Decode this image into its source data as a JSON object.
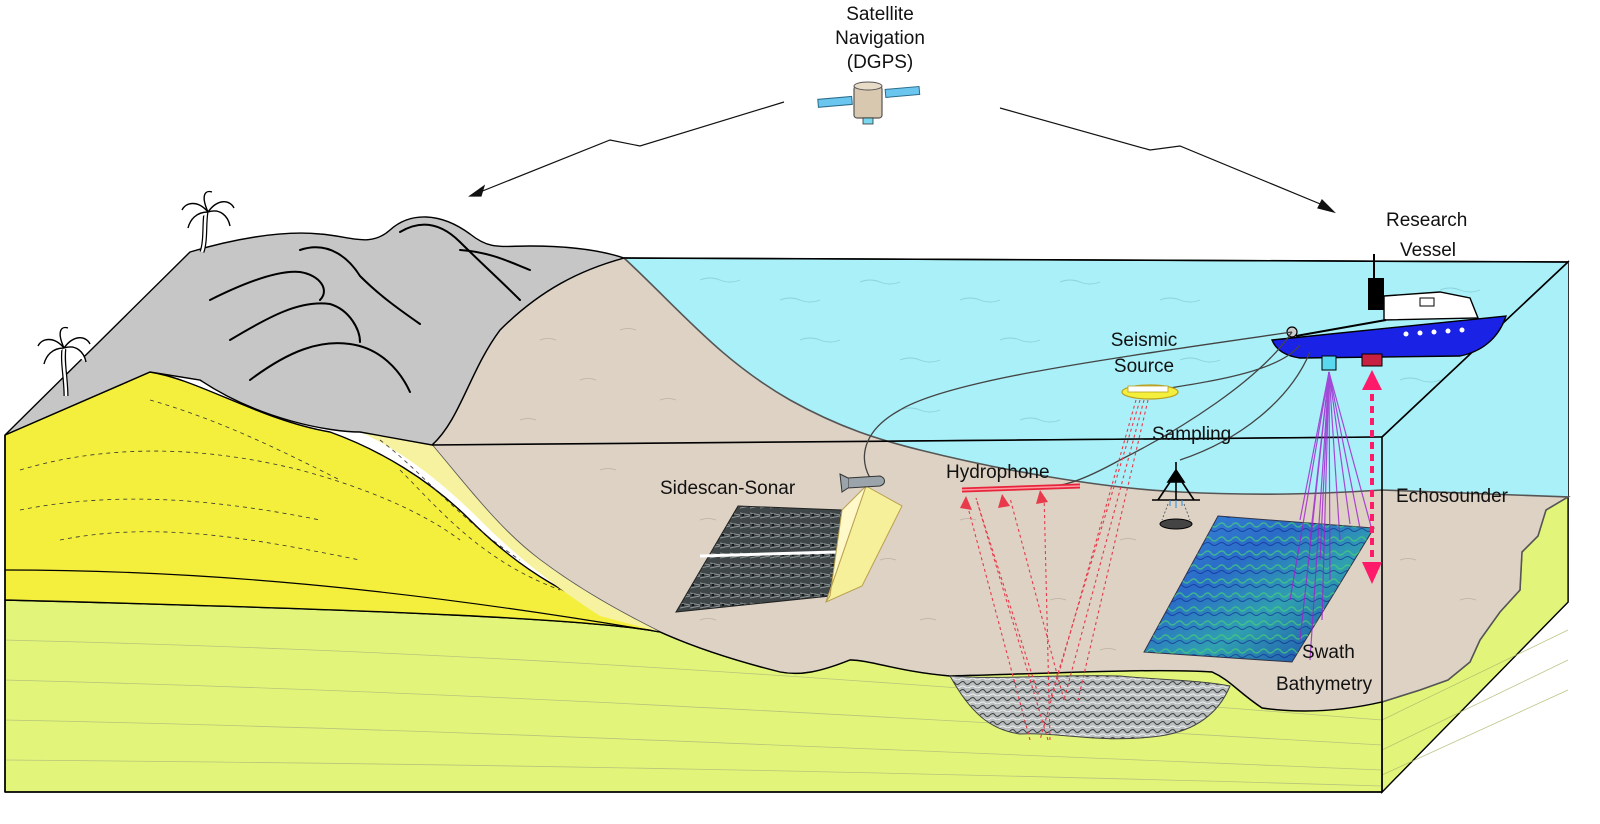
{
  "labels": {
    "satellite_line1": "Satellite",
    "satellite_line2": "Navigation",
    "satellite_line3": "(DGPS)",
    "vessel_line1": "Research",
    "vessel_line2": "Vessel",
    "seismic_line1": "Seismic",
    "seismic_line2": "Source",
    "sampling": "Sampling",
    "hydrophone": "Hydrophone",
    "sidescan": "Sidescan-Sonar",
    "echosounder": "Echosounder",
    "swath_line1": "Swath",
    "swath_line2": "Bathymetry"
  },
  "icons": {
    "satellite": "satellite-icon",
    "vessel": "research-vessel-icon",
    "palm": "palm-tree-icon",
    "seismic_source": "seismic-source-icon",
    "sampler": "sampling-frame-icon",
    "sonar_towfish": "sidescan-towfish-icon"
  },
  "colors": {
    "mountain": "#c6c6c6",
    "sand_yellow": "#f4ee3c",
    "sediment_green": "#e2f57a",
    "seafloor": "#ddd2c4",
    "water": "#a9f0f8",
    "vessel_hull": "#1a22e6",
    "echo_arrow": "#ff1a6a",
    "swath_beam": "#a020d0",
    "hydrophone": "#e8243c",
    "seismic_ray": "#e83a4a"
  }
}
